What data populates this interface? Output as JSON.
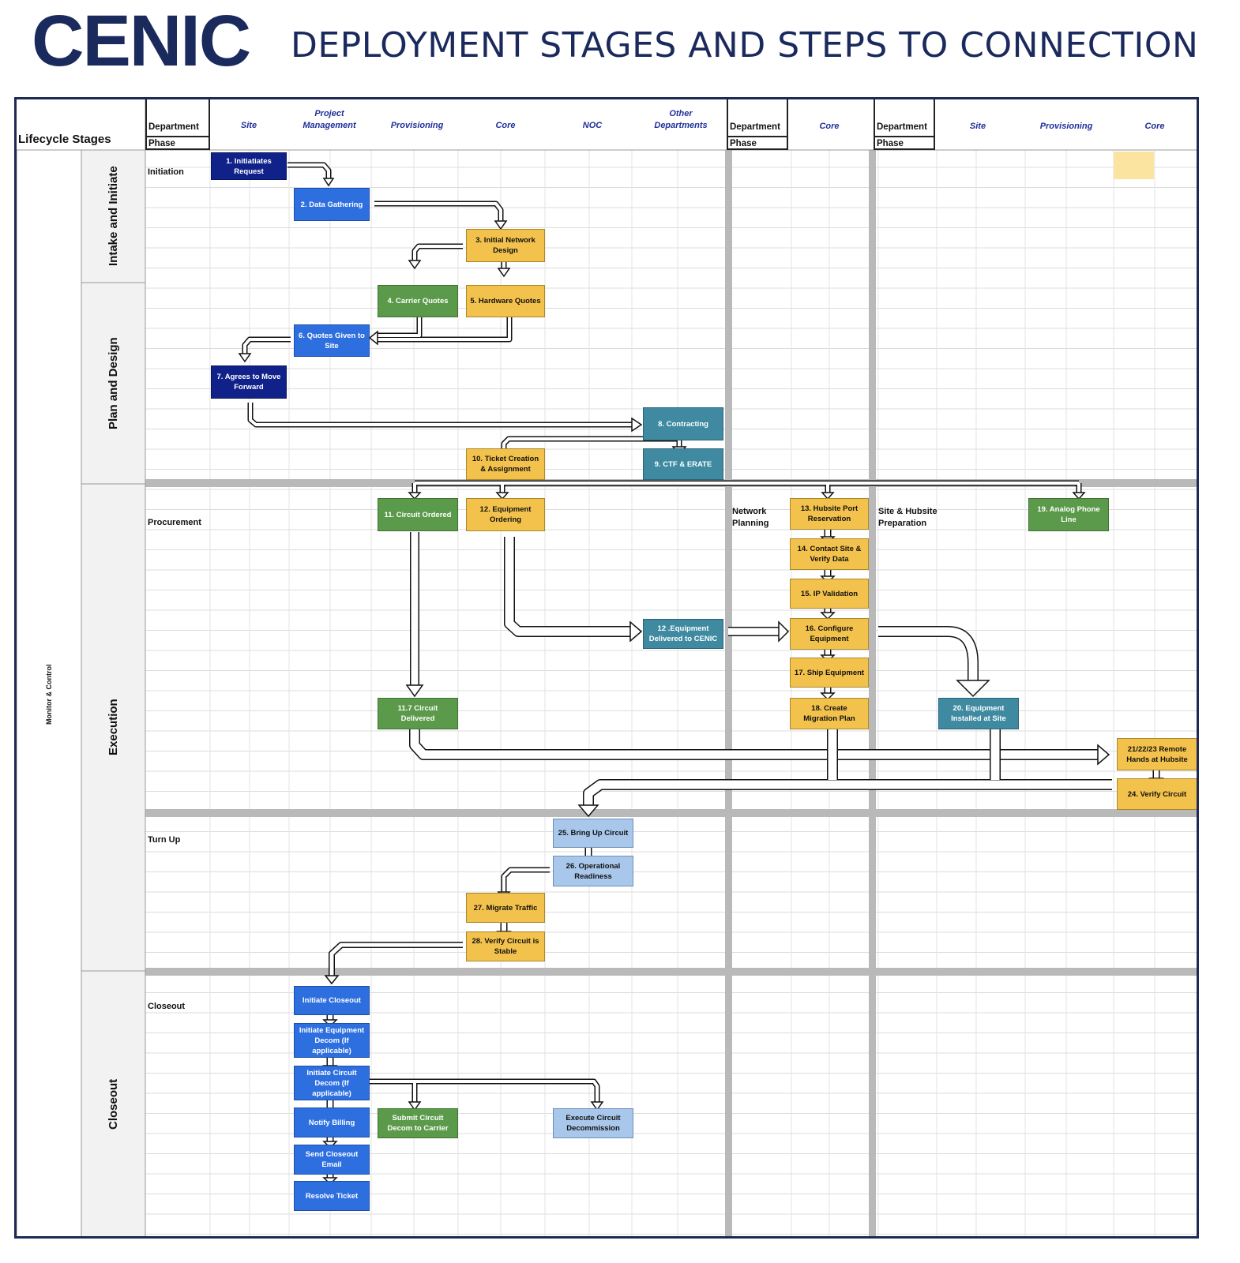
{
  "header": {
    "logo_text": "CENIC",
    "title": "DEPLOYMENT STAGES AND STEPS TO CONNECTION"
  },
  "grid": {
    "lifecycle_label": "Lifecycle Stages",
    "department_label": "Department",
    "phase_label": "Phase",
    "columns": [
      "Site",
      "Project Management",
      "Provisioning",
      "Core",
      "NOC",
      "Other Departments",
      "Core",
      "Site",
      "Provisioning",
      "Core"
    ],
    "monitor_label": "Monitor & Control",
    "stages": [
      "Intake and Initiate",
      "Plan and Design",
      "Execution",
      "Closeout"
    ],
    "phases": [
      "Initiation",
      "Procurement",
      "Turn Up",
      "Closeout"
    ],
    "sub_phases": [
      "Network Planning",
      "Site & Hubsite Preparation"
    ]
  },
  "colors": {
    "navy": "#10228a",
    "blue": "#2e6fe0",
    "gold": "#f3c24c",
    "green": "#5b9a4a",
    "teal": "#3f8aa0",
    "light_blue": "#a9c7ea",
    "frame": "#1e2a55",
    "title": "#1b2a5c"
  },
  "steps": {
    "s1": "1. Initiatiates Request",
    "s2": "2. Data Gathering",
    "s3": "3. Initial Network Design",
    "s4": "4. Carrier Quotes",
    "s5": "5. Hardware Quotes",
    "s6": "6. Quotes Given to Site",
    "s7": "7. Agrees to Move Forward",
    "s8": "8. Contracting",
    "s9": "9. CTF & ERATE",
    "s10": "10. Ticket Creation & Assignment",
    "s11": "11. Circuit Ordered",
    "s12": "12. Equipment Ordering",
    "s12b": "12 .Equipment Delivered to CENIC",
    "s11b": "11.7 Circuit Delivered",
    "s13": "13. Hubsite Port Reservation",
    "s14": "14. Contact Site & Verify Data",
    "s15": "15. IP Validation",
    "s16": "16. Configure Equipment",
    "s17": "17. Ship Equipment",
    "s18": "18. Create Migration Plan",
    "s19": "19. Analog Phone Line",
    "s20": "20. Equipment Installed at Site",
    "s21": "21/22/23 Remote Hands at Hubsite",
    "s24": "24. Verify Circuit",
    "s25": "25. Bring Up Circuit",
    "s26": "26. Operational Readiness",
    "s27": "27. Migrate Traffic",
    "s28": "28. Verify Circuit is Stable",
    "c1": "Initiate Closeout",
    "c2": "Initiate Equipment Decom (If applicable)",
    "c3": "Initiate Circuit Decom (If applicable)",
    "c4": "Notify Billing",
    "c5": "Send Closeout Email",
    "c6": "Resolve Ticket",
    "c7": "Submit Circuit Decom to Carrier",
    "c8": "Execute Circuit Decommission"
  }
}
